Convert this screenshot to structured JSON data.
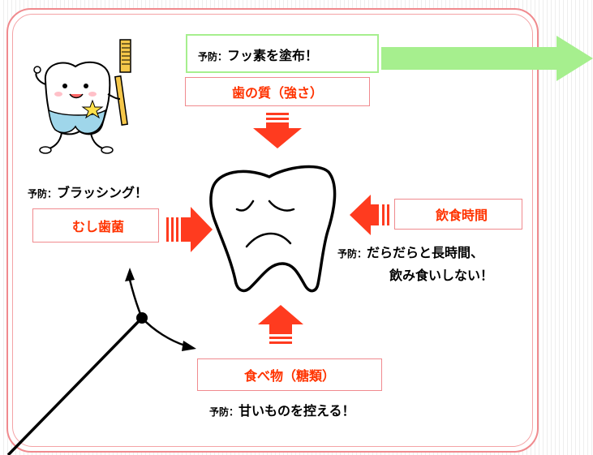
{
  "factors": {
    "tooth_quality": "歯の質（強さ）",
    "bacteria": "むし歯菌",
    "eating_time": "飲食時間",
    "food": "食べ物（糖類）"
  },
  "prevention": {
    "fluoride": {
      "prefix": "予防：",
      "text": "フッ素を塗布！"
    },
    "brushing": {
      "prefix": "予防：",
      "text": "ブラッシング！"
    },
    "eating_line1": {
      "prefix": "予防：",
      "text": "だらだらと長時間、"
    },
    "eating_line2": "飲み食いしない！",
    "sugar": {
      "prefix": "予防：",
      "text": "甘いものを控える！"
    }
  },
  "colors": {
    "panel_border": "#f08a8e",
    "factor_text": "#ff3300",
    "arrow_fill": "#ff3b1f",
    "fluoride_arrow": "#a6ef8e"
  },
  "icons": [
    "toothbrush-mascot-icon",
    "sad-tooth-icon",
    "cursor-pointer-icon"
  ]
}
